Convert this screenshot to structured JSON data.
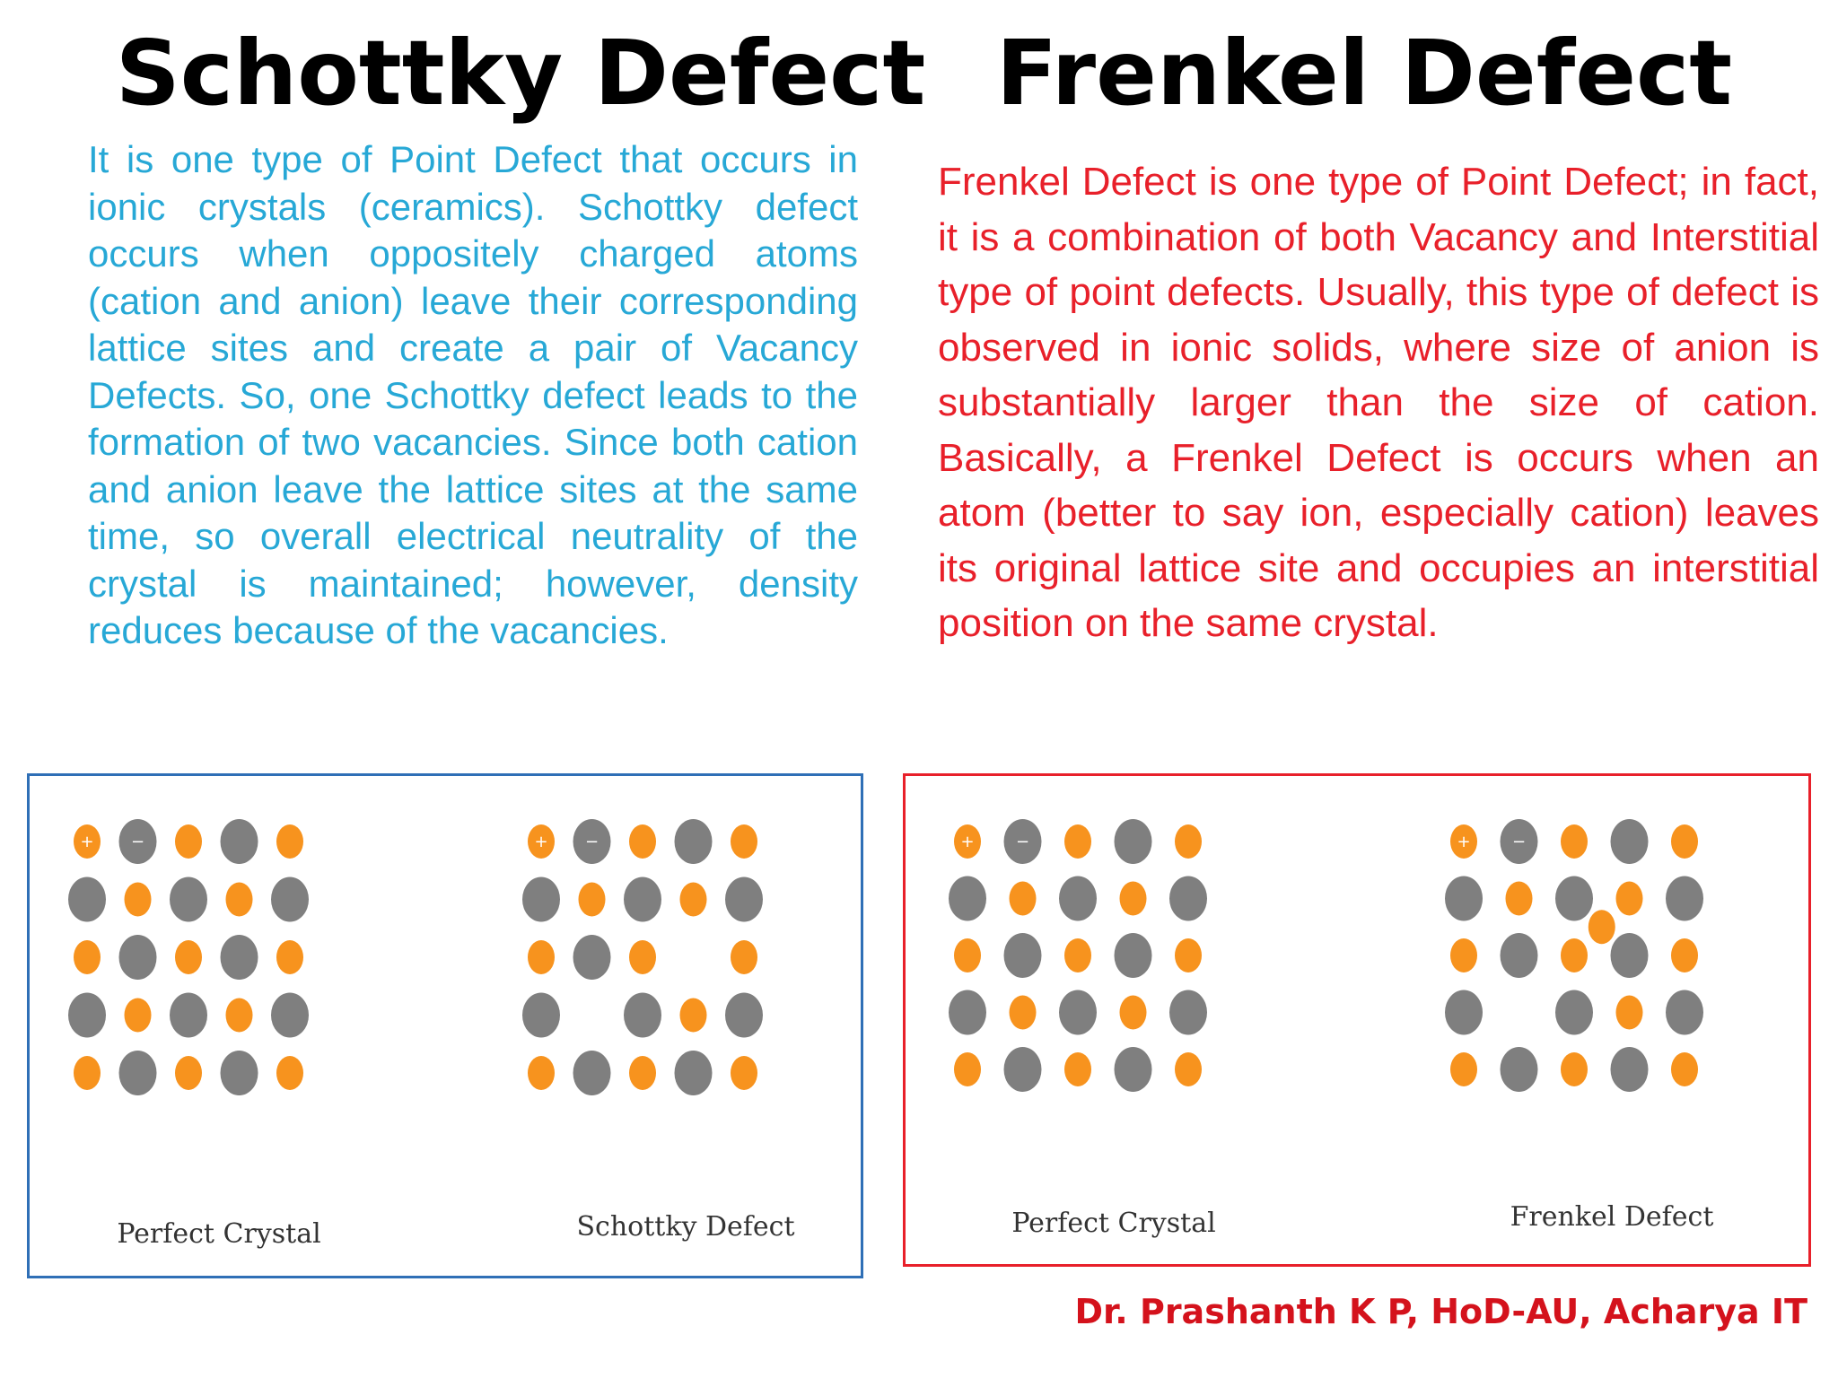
{
  "schottky": {
    "title": "Schottky Defect",
    "description": "It is one type of Point Defect that occurs in ionic crystals (ceramics). Schottky defect occurs when oppositely charged atoms (cation and anion) leave their corresponding lattice sites and create a pair of Vacancy Defects. So, one Schottky defect leads to the formation of two vacancies. Since both cation and anion leave the lattice sites at the same time, so overall electrical neutrality of the crystal is maintained; however, density reduces because of the vacancies.",
    "text_color": "#27a8d6",
    "border_color": "#2f6fb6",
    "perfect_caption": "Perfect Crystal",
    "defect_caption": "Schottky Defect",
    "vacancies": [
      [
        2,
        3
      ],
      [
        3,
        1
      ]
    ],
    "interstitials": []
  },
  "frenkel": {
    "title": "Frenkel Defect",
    "description": "Frenkel Defect is one type of Point Defect; in fact, it is a combination of both Vacancy and Interstitial type of point defects. Usually, this type of defect is observed in ionic solids, where size of anion is substantially larger than the size of cation. Basically, a Frenkel Defect is occurs when an atom (better to say ion, especially cation) leaves its original lattice site and occupies an interstitial position on the same crystal.",
    "text_color": "#e8202a",
    "border_color": "#e8202a",
    "perfect_caption": "Perfect Crystal",
    "defect_caption": "Frenkel Defect",
    "vacancies": [
      [
        3,
        1
      ]
    ],
    "interstitials": [
      [
        1.5,
        2.5
      ]
    ]
  },
  "lattice": {
    "rows": 5,
    "cols": 5,
    "cation_color": "#f7931e",
    "anion_color": "#7f7f7f",
    "cation_symbol": "+",
    "anion_symbol": "−"
  },
  "credit": "Dr. Prashanth K P, HoD-AU, Acharya IT"
}
